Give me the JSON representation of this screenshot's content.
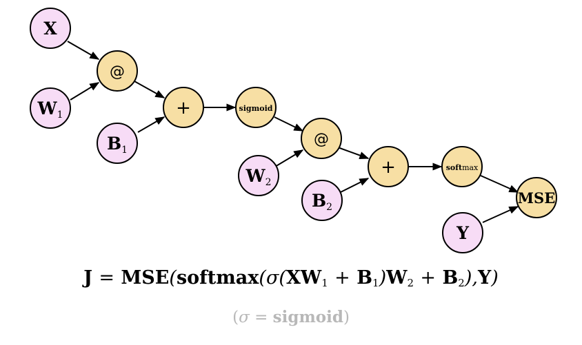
{
  "nodes": {
    "x": "X",
    "w1": "W",
    "w1_sub": "1",
    "b1": "B",
    "b1_sub": "1",
    "w2": "W",
    "w2_sub": "2",
    "b2": "B",
    "b2_sub": "2",
    "y": "Y",
    "matmul": "@",
    "plus": "+",
    "sigmoid": "sigmoid",
    "softmax_bold": "soft",
    "softmax_regular": "max",
    "mse": "MSE"
  },
  "formula": {
    "lhs": "J",
    "eq": "=",
    "mse": "MSE",
    "softmax": "softmax",
    "sigma": "σ",
    "x": "X",
    "w": "W",
    "b": "B",
    "sub1": "1",
    "sub2": "2",
    "plus": "+",
    "y": "Y",
    "open": "(",
    "close": ")",
    "comma": ","
  },
  "note": {
    "sigma": "σ",
    "eq": "=",
    "sigmoid": "sigmoid",
    "open": "(",
    "close": ")"
  },
  "colors": {
    "input_fill": "#f7dcf6",
    "op_fill": "#f7dfa4",
    "note_text": "#b8b8b8"
  }
}
